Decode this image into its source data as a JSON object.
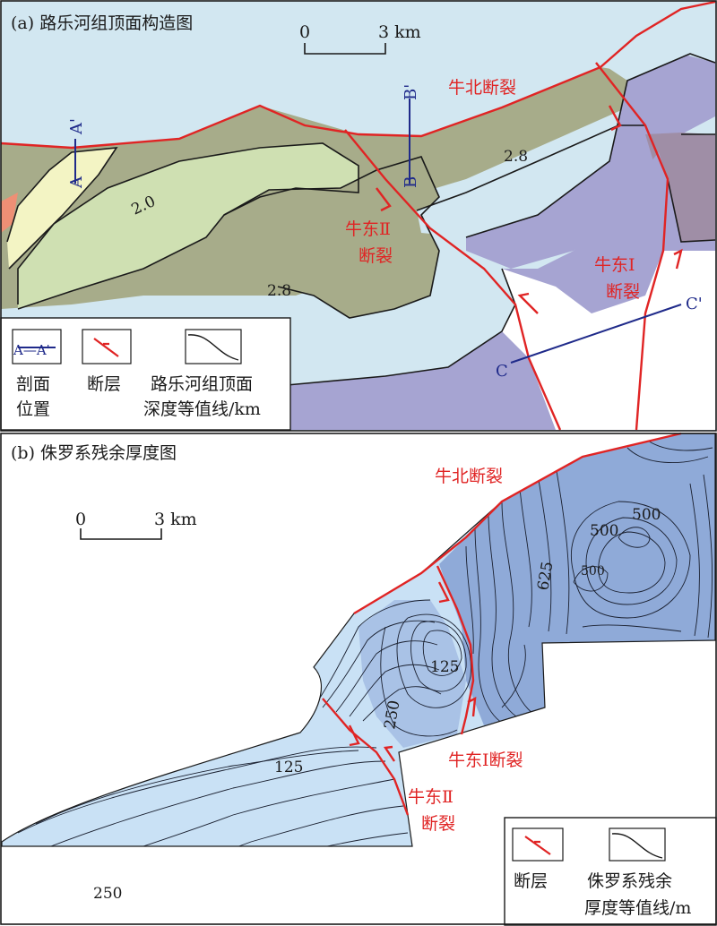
{
  "panel_a": {
    "title": "(a) 路乐河组顶面构造图",
    "scale": {
      "start": "0",
      "end": "3 km"
    },
    "faults": {
      "north": "牛北断裂",
      "east_2_line1": "牛东Ⅱ",
      "east_2_line2": "断裂",
      "east_1_line1": "牛东Ⅰ",
      "east_1_line2": "断裂"
    },
    "contour_labels": [
      "2.0",
      "2.8",
      "2.8"
    ],
    "sections": {
      "a": "A",
      "a_prime": "A'",
      "b": "B",
      "b_prime": "B'",
      "c": "C",
      "c_prime": "C'"
    },
    "legend": {
      "section_symbol": "A—A'",
      "section_line1": "剖面",
      "section_line2": "位置",
      "fault": "断层",
      "contour_line1": "路乐河组顶面",
      "contour_line2": "深度等值线/km"
    }
  },
  "panel_b": {
    "title": "(b) 侏罗系残余厚度图",
    "scale": {
      "start": "0",
      "end": "3 km"
    },
    "faults": {
      "north": "牛北断裂",
      "east_1": "牛东Ⅰ断裂",
      "east_2_line1": "牛东Ⅱ",
      "east_2_line2": "断裂"
    },
    "contour_labels": [
      "500",
      "500",
      "500",
      "625",
      "125",
      "250",
      "125",
      "250"
    ],
    "legend": {
      "fault": "断层",
      "contour_line1": "侏罗系残余",
      "contour_line2": "厚度等值线/m"
    }
  },
  "colors": {
    "fault": "#e02424",
    "section_line": "#1f2a8a",
    "zone_olive": "#a7ac8a",
    "zone_green": "#cfe0b2",
    "zone_yellow": "#f3f4c4",
    "zone_light_blue": "#d2e7f1",
    "zone_purple": "#a6a4d2",
    "zone_mauve": "#9f8ea6",
    "zone_salmon": "#ee8f75",
    "thickness_light": "#c9e1f5",
    "thickness_dark": "#8faad8"
  }
}
